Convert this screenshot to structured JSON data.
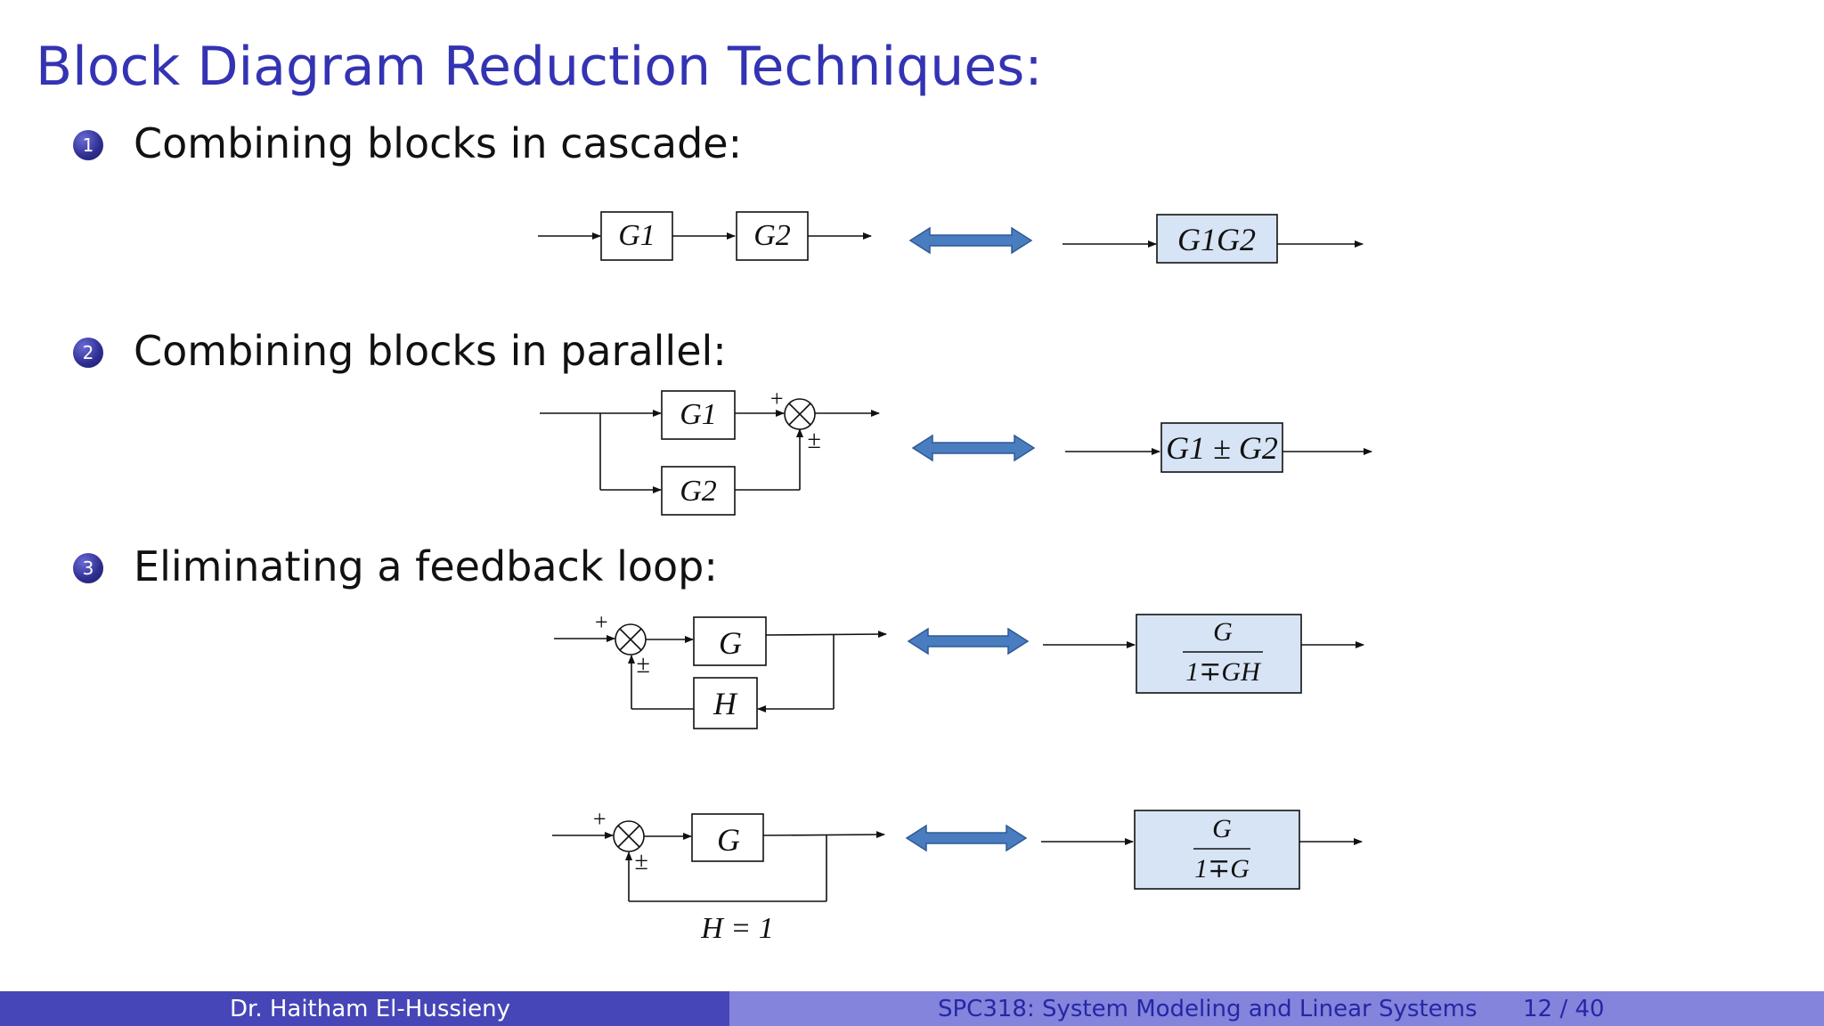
{
  "slide": {
    "title": "Block Diagram Reduction Techniques:",
    "items": [
      {
        "num": "1",
        "label": "Combining blocks in cascade:"
      },
      {
        "num": "2",
        "label": "Combining blocks in parallel:"
      },
      {
        "num": "3",
        "label": "Eliminating a feedback loop:"
      }
    ]
  },
  "diagrams": {
    "cascade": {
      "block1": "G1",
      "block2": "G2",
      "result": "G1G2"
    },
    "parallel": {
      "block1": "G1",
      "block2": "G2",
      "plus": "+",
      "plusminus": "±",
      "result": "G1 ± G2"
    },
    "feedback": {
      "forward": "G",
      "feedback": "H",
      "plus": "+",
      "plusminus": "±",
      "numerator": "G",
      "denominator": "1∓GH"
    },
    "unity": {
      "forward": "G",
      "feedback_label": "H = 1",
      "plus": "+",
      "plusminus": "±",
      "numerator": "G",
      "denominator": "1∓G"
    }
  },
  "footer": {
    "author": "Dr. Haitham El-Hussieny",
    "course": "SPC318: System Modeling and Linear Systems",
    "page": "12 / 40"
  },
  "colors": {
    "title": "#3333b3",
    "footer_left": "#4646b8",
    "footer_right": "#8484dc",
    "result_block": "#d6e4f5",
    "arrow": "#4a7cc0"
  }
}
